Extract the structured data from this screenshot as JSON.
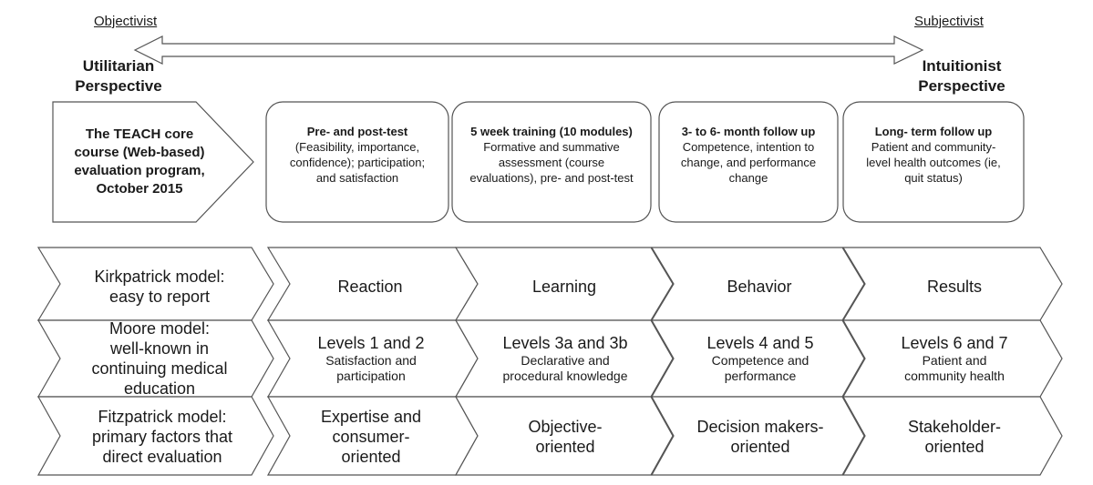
{
  "axis": {
    "left_label": "Objectivist",
    "right_label": "Subjectivist",
    "left_perspective": [
      "Utilitarian",
      "Perspective"
    ],
    "right_perspective": [
      "Intuitionist",
      "Perspective"
    ]
  },
  "core": {
    "lines": [
      "The TEACH core",
      "course (Web-based)",
      "evaluation program,",
      "October 2015"
    ]
  },
  "stages": [
    {
      "title": "Pre- and post-test",
      "body": [
        "(Feasibility, importance,",
        "confidence); participation;",
        "and satisfaction"
      ]
    },
    {
      "title": "5 week training (10 modules)",
      "body": [
        "Formative and summative",
        "assessment (course",
        "evaluations), pre- and post-test"
      ]
    },
    {
      "title": "3- to 6- month follow up",
      "body": [
        "Competence, intention to",
        "change, and performance",
        "change"
      ]
    },
    {
      "title": "Long- term follow up",
      "body": [
        "Patient and community-",
        "level health outcomes (ie,",
        "quit status)"
      ]
    }
  ],
  "rows": [
    {
      "model": [
        "Kirkpatrick model:",
        "easy to report"
      ],
      "cells": [
        {
          "main": [
            "Reaction"
          ],
          "sub": []
        },
        {
          "main": [
            "Learning"
          ],
          "sub": []
        },
        {
          "main": [
            "Behavior"
          ],
          "sub": []
        },
        {
          "main": [
            "Results"
          ],
          "sub": []
        }
      ]
    },
    {
      "model": [
        "Moore model:",
        "well-known in",
        "continuing medical",
        "education"
      ],
      "cells": [
        {
          "main": [
            "Levels 1 and 2"
          ],
          "sub": [
            "Satisfaction and",
            "participation"
          ]
        },
        {
          "main": [
            "Levels 3a and 3b"
          ],
          "sub": [
            "Declarative and",
            "procedural knowledge"
          ]
        },
        {
          "main": [
            "Levels 4 and 5"
          ],
          "sub": [
            "Competence and",
            "performance"
          ]
        },
        {
          "main": [
            "Levels 6 and 7"
          ],
          "sub": [
            "Patient and",
            "community health"
          ]
        }
      ]
    },
    {
      "model": [
        "Fitzpatrick model:",
        "primary factors that",
        "direct evaluation"
      ],
      "cells": [
        {
          "main": [
            "Expertise and",
            "consumer-",
            "oriented"
          ],
          "sub": []
        },
        {
          "main": [
            "Objective-",
            "oriented"
          ],
          "sub": []
        },
        {
          "main": [
            "Decision makers-",
            "oriented"
          ],
          "sub": []
        },
        {
          "main": [
            "Stakeholder-",
            "oriented"
          ],
          "sub": []
        }
      ]
    }
  ]
}
